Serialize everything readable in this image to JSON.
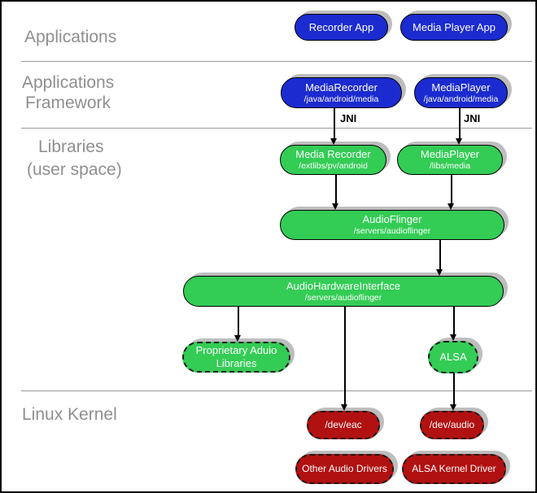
{
  "sections": {
    "applications": {
      "label": "Applications"
    },
    "framework": {
      "line1": "Applications",
      "line2": "Framework"
    },
    "libraries": {
      "line1": "Libraries",
      "line2": "(user space)"
    },
    "kernel": {
      "label": "Linux Kernel"
    }
  },
  "connectors": {
    "jni_left": "JNI",
    "jni_right": "JNI"
  },
  "nodes": {
    "recorder_app": {
      "label": "Recorder App"
    },
    "media_player_app": {
      "label": "Media Player App"
    },
    "media_recorder_fw": {
      "label": "MediaRecorder",
      "path": "/java/android/media"
    },
    "media_player_fw": {
      "label": "MediaPlayer",
      "path": "/java/android/media"
    },
    "media_recorder_lib": {
      "label": "Media Recorder",
      "path": "/extlibs/pv/android"
    },
    "media_player_lib": {
      "label": "MediaPlayer",
      "path": "/libs/media"
    },
    "audio_flinger": {
      "label": "AudioFlinger",
      "path": "/servers/audioflinger"
    },
    "audio_hw_interface": {
      "label": "AudioHardwareInterface",
      "path": "/servers/audioflinger"
    },
    "proprietary_audio": {
      "label": "Proprietary Aduio",
      "label2": "Libraries"
    },
    "alsa": {
      "label": "ALSA"
    },
    "dev_eac": {
      "label": "/dev/eac"
    },
    "dev_audio": {
      "label": "/dev/audio"
    },
    "other_audio_drivers": {
      "label": "Other Audio Drivers"
    },
    "alsa_kernel_driver": {
      "label": "ALSA Kernel Driver"
    }
  },
  "colors": {
    "app_blue": "#1b2bd0",
    "library_green": "#33cc55",
    "kernel_red": "#b11111",
    "shadow_gray": "#bdbdbd",
    "divider_gray": "#9a9a9a",
    "section_text_gray": "#8f8f8f",
    "border_black": "#000000",
    "box_text_white": "#ffffff"
  }
}
